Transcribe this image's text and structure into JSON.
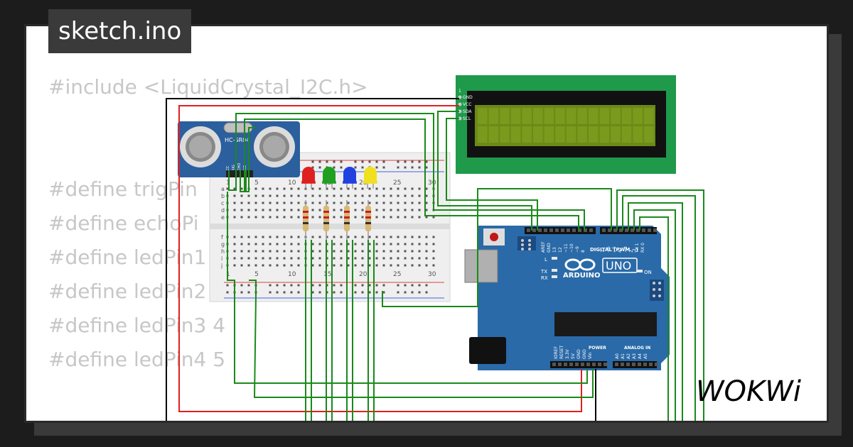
{
  "file_tab": {
    "title": "sketch.ino"
  },
  "code_lines": [
    "#include <LiquidCrystal_I2C.h>",
    "#define trigPin",
    "#define echoPi",
    "#define ledPin1",
    "#define ledPin2",
    "#define ledPin3 4",
    "#define ledPin4 5"
  ],
  "lcd": {
    "pins": [
      "GND",
      "VCC",
      "SDA",
      "SCL"
    ],
    "pin_number_label": "1"
  },
  "sensor": {
    "name": "HC-SR04",
    "pins": [
      "VCC",
      "TRIG",
      "ECHO",
      "GND"
    ]
  },
  "breadboard": {
    "column_labels": [
      "1",
      "5",
      "10",
      "15",
      "20",
      "25",
      "30"
    ],
    "row_labels_top": [
      "a",
      "b",
      "c",
      "d",
      "e"
    ],
    "row_labels_bottom": [
      "f",
      "g",
      "h",
      "i",
      "j"
    ]
  },
  "leds": [
    {
      "color": "#e02020"
    },
    {
      "color": "#20a020"
    },
    {
      "color": "#2040e0"
    },
    {
      "color": "#f0e020"
    }
  ],
  "arduino": {
    "model": "UNO",
    "brand": "ARDUINO",
    "digital_label": "DIGITAL (PWM ~)",
    "power_label": "POWER",
    "analog_label": "ANALOG IN",
    "on_label": "ON",
    "l_label": "L",
    "tx_label": "TX",
    "rx_label": "RX",
    "top_pins": [
      "AREF",
      "GND",
      "13",
      "12",
      "~11",
      "~10",
      "~9",
      "8",
      "7",
      "~6",
      "~5",
      "4",
      "~3",
      "2",
      "TX 1",
      "RX 0"
    ],
    "bottom_pins": [
      "IOREF",
      "RESET",
      "3.3V",
      "5V",
      "GND",
      "GND",
      "Vin",
      "A0",
      "A1",
      "A2",
      "A3",
      "A4",
      "A5"
    ]
  },
  "brand_logo": {
    "text": "WOKWi"
  },
  "colors": {
    "wire_green": "#1a8a1a",
    "wire_red": "#e02020",
    "wire_black": "#000000",
    "board_blue": "#2a6aa8",
    "lcd_green": "#1e9a4a"
  }
}
